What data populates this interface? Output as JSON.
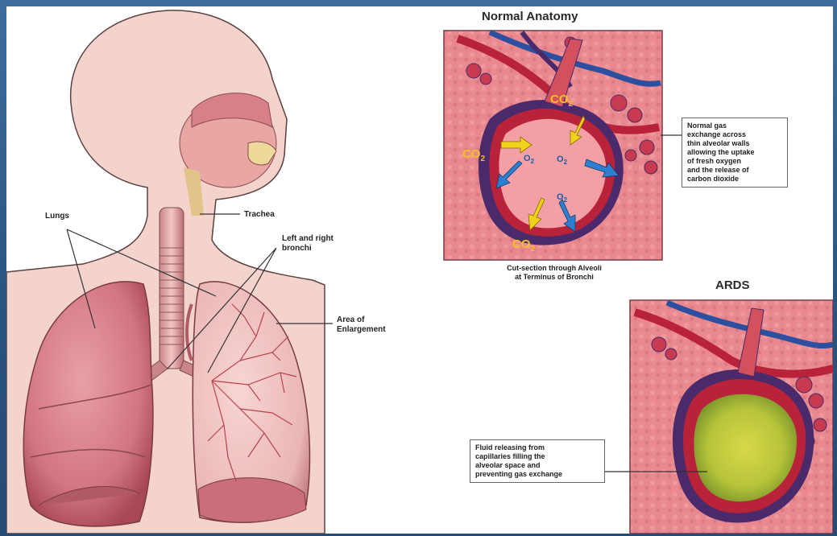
{
  "left_figure": {
    "labels": {
      "lungs": "Lungs",
      "trachea": "Trachea",
      "bronchi": "Left and right\nbronchi",
      "area": "Area of\nEnlargement"
    }
  },
  "normal": {
    "title": "Normal Anatomy",
    "caption": "Cut-section through Alveoli\nat Terminus of Bronchi",
    "description": "Normal gas\nexchange across\nthin alveolar walls\nallowing the uptake\nof fresh oxygen\nand the release of\ncarbon dioxide",
    "gas_labels": {
      "co2": "CO2",
      "o2": "O2"
    }
  },
  "ards": {
    "title": "ARDS",
    "description": "Fluid releasing from\ncapillaries filling the\nalveolar space and\npreventing gas exchange"
  },
  "colors": {
    "slide_background": "#2f5a88",
    "tissue": "#f2bfb8",
    "lung": "#d9808a",
    "alveolus_wall": "#b8233a",
    "alveolus_outer": "#4a2a6a",
    "vein": "#2d4f9f",
    "oxygen_arrow": "#2f7fd0",
    "co2_arrow": "#f0d21a",
    "fluid": "#b9c83a"
  }
}
